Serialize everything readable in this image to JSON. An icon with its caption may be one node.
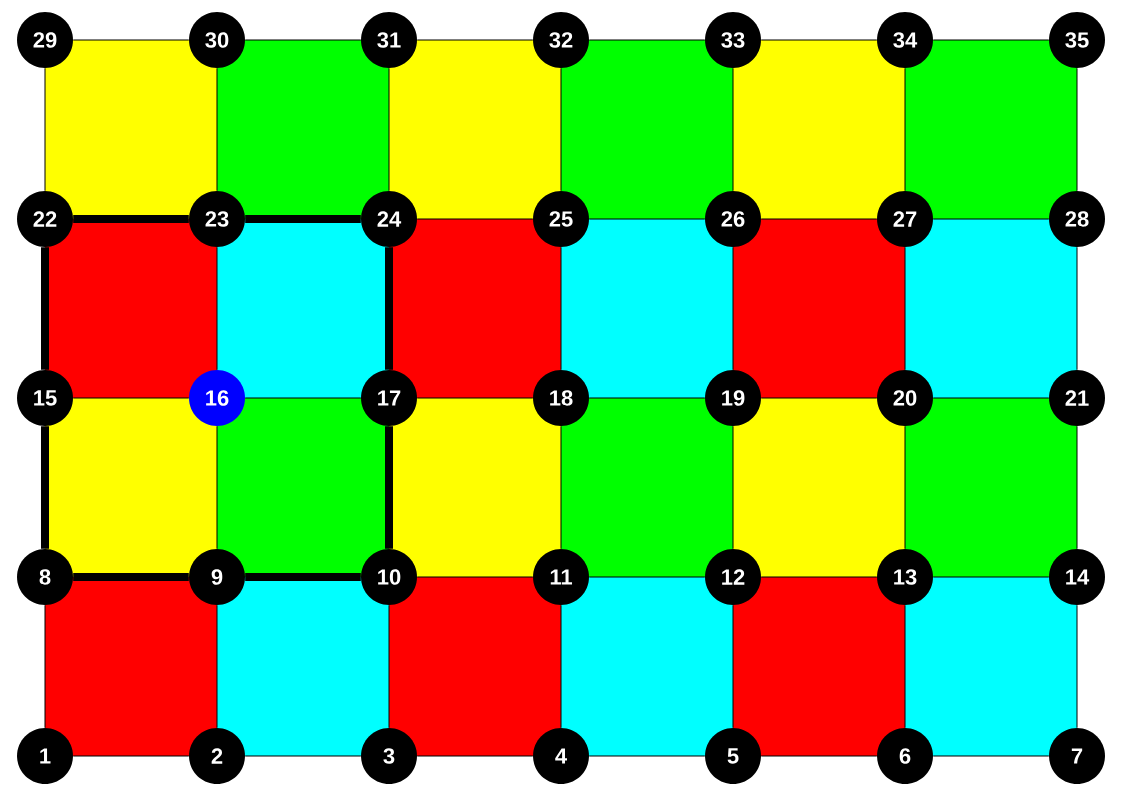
{
  "diagram": {
    "nodes": [
      {
        "text": [
          "1"
        ]
      },
      {
        "text": [
          "2"
        ]
      },
      {
        "text": [
          "3"
        ]
      },
      {
        "text": [
          "4"
        ]
      },
      {
        "text": [
          "5"
        ]
      },
      {
        "text": [
          "6"
        ]
      },
      {
        "text": [
          "7"
        ]
      },
      {
        "text": [
          "8"
        ]
      },
      {
        "text": [
          "9"
        ]
      },
      {
        "text": [
          "10"
        ]
      },
      {
        "text": [
          "11"
        ]
      },
      {
        "text": [
          "12"
        ]
      },
      {
        "text": [
          "13"
        ]
      },
      {
        "text": [
          "14"
        ]
      },
      {
        "text": [
          "15"
        ]
      },
      {
        "text": [
          "16"
        ]
      },
      {
        "text": [
          "17"
        ]
      },
      {
        "text": [
          "18"
        ]
      },
      {
        "text": [
          "19"
        ]
      },
      {
        "text": [
          "20"
        ]
      },
      {
        "text": [
          "21"
        ]
      },
      {
        "text": [
          "22"
        ]
      },
      {
        "text": [
          "23"
        ]
      },
      {
        "text": [
          "24"
        ]
      },
      {
        "text": [
          "25"
        ]
      },
      {
        "text": [
          "26"
        ]
      },
      {
        "text": [
          "27"
        ]
      },
      {
        "text": [
          "28"
        ]
      },
      {
        "text": [
          "29"
        ]
      },
      {
        "text": [
          "30"
        ]
      },
      {
        "text": [
          "31"
        ]
      },
      {
        "text": [
          "32"
        ]
      },
      {
        "text": [
          "33"
        ]
      },
      {
        "text": [
          "34"
        ]
      },
      {
        "text": [
          "35"
        ]
      }
    ],
    "edges": [
      {
        "from": 0,
        "to": 1,
        "arrow": "none"
      },
      {
        "from": 1,
        "to": 2,
        "arrow": "none"
      },
      {
        "from": 2,
        "to": 3,
        "arrow": "none"
      },
      {
        "from": 3,
        "to": 4,
        "arrow": "none"
      },
      {
        "from": 4,
        "to": 5,
        "arrow": "none"
      },
      {
        "from": 5,
        "to": 6,
        "arrow": "none"
      },
      {
        "from": 7,
        "to": 8,
        "arrow": "none",
        "style": "thick"
      },
      {
        "from": 8,
        "to": 9,
        "arrow": "none",
        "style": "thick"
      },
      {
        "from": 9,
        "to": 10,
        "arrow": "none"
      },
      {
        "from": 10,
        "to": 11,
        "arrow": "none"
      },
      {
        "from": 11,
        "to": 12,
        "arrow": "none"
      },
      {
        "from": 12,
        "to": 13,
        "arrow": "none"
      },
      {
        "from": 14,
        "to": 15,
        "arrow": "none"
      },
      {
        "from": 15,
        "to": 16,
        "arrow": "none"
      },
      {
        "from": 16,
        "to": 17,
        "arrow": "none"
      },
      {
        "from": 17,
        "to": 18,
        "arrow": "none"
      },
      {
        "from": 18,
        "to": 19,
        "arrow": "none"
      },
      {
        "from": 19,
        "to": 20,
        "arrow": "none"
      },
      {
        "from": 21,
        "to": 22,
        "arrow": "none",
        "style": "thick"
      },
      {
        "from": 22,
        "to": 23,
        "arrow": "none",
        "style": "thick"
      },
      {
        "from": 23,
        "to": 24,
        "arrow": "none"
      },
      {
        "from": 24,
        "to": 25,
        "arrow": "none"
      },
      {
        "from": 25,
        "to": 26,
        "arrow": "none"
      },
      {
        "from": 26,
        "to": 27,
        "arrow": "none"
      },
      {
        "from": 28,
        "to": 29,
        "arrow": "none"
      },
      {
        "from": 29,
        "to": 30,
        "arrow": "none"
      },
      {
        "from": 30,
        "to": 31,
        "arrow": "none"
      },
      {
        "from": 31,
        "to": 32,
        "arrow": "none"
      },
      {
        "from": 32,
        "to": 33,
        "arrow": "none"
      },
      {
        "from": 33,
        "to": 34,
        "arrow": "none"
      },
      {
        "from": 0,
        "to": 7,
        "arrow": "none"
      },
      {
        "from": 1,
        "to": 8,
        "arrow": "none"
      },
      {
        "from": 2,
        "to": 9,
        "arrow": "none"
      },
      {
        "from": 3,
        "to": 10,
        "arrow": "none"
      },
      {
        "from": 4,
        "to": 11,
        "arrow": "none"
      },
      {
        "from": 5,
        "to": 12,
        "arrow": "none"
      },
      {
        "from": 6,
        "to": 13,
        "arrow": "none"
      },
      {
        "from": 7,
        "to": 14,
        "arrow": "none",
        "style": "thick"
      },
      {
        "from": 8,
        "to": 15,
        "arrow": "none"
      },
      {
        "from": 9,
        "to": 16,
        "arrow": "none",
        "style": "thick"
      },
      {
        "from": 10,
        "to": 17,
        "arrow": "none"
      },
      {
        "from": 11,
        "to": 18,
        "arrow": "none"
      },
      {
        "from": 12,
        "to": 19,
        "arrow": "none"
      },
      {
        "from": 13,
        "to": 20,
        "arrow": "none"
      },
      {
        "from": 14,
        "to": 21,
        "arrow": "none",
        "style": "thick"
      },
      {
        "from": 15,
        "to": 22,
        "arrow": "none"
      },
      {
        "from": 16,
        "to": 23,
        "arrow": "none",
        "style": "thick"
      },
      {
        "from": 17,
        "to": 24,
        "arrow": "none"
      },
      {
        "from": 18,
        "to": 25,
        "arrow": "none"
      },
      {
        "from": 19,
        "to": 26,
        "arrow": "none"
      },
      {
        "from": 20,
        "to": 27,
        "arrow": "none"
      },
      {
        "from": 21,
        "to": 28,
        "arrow": "none"
      },
      {
        "from": 22,
        "to": 29,
        "arrow": "none"
      },
      {
        "from": 23,
        "to": 30,
        "arrow": "none"
      },
      {
        "from": 24,
        "to": 31,
        "arrow": "none"
      },
      {
        "from": 25,
        "to": 32,
        "arrow": "none"
      },
      {
        "from": 26,
        "to": 33,
        "arrow": "none"
      },
      {
        "from": 27,
        "to": 34,
        "arrow": "none"
      }
    ]
  }
}
